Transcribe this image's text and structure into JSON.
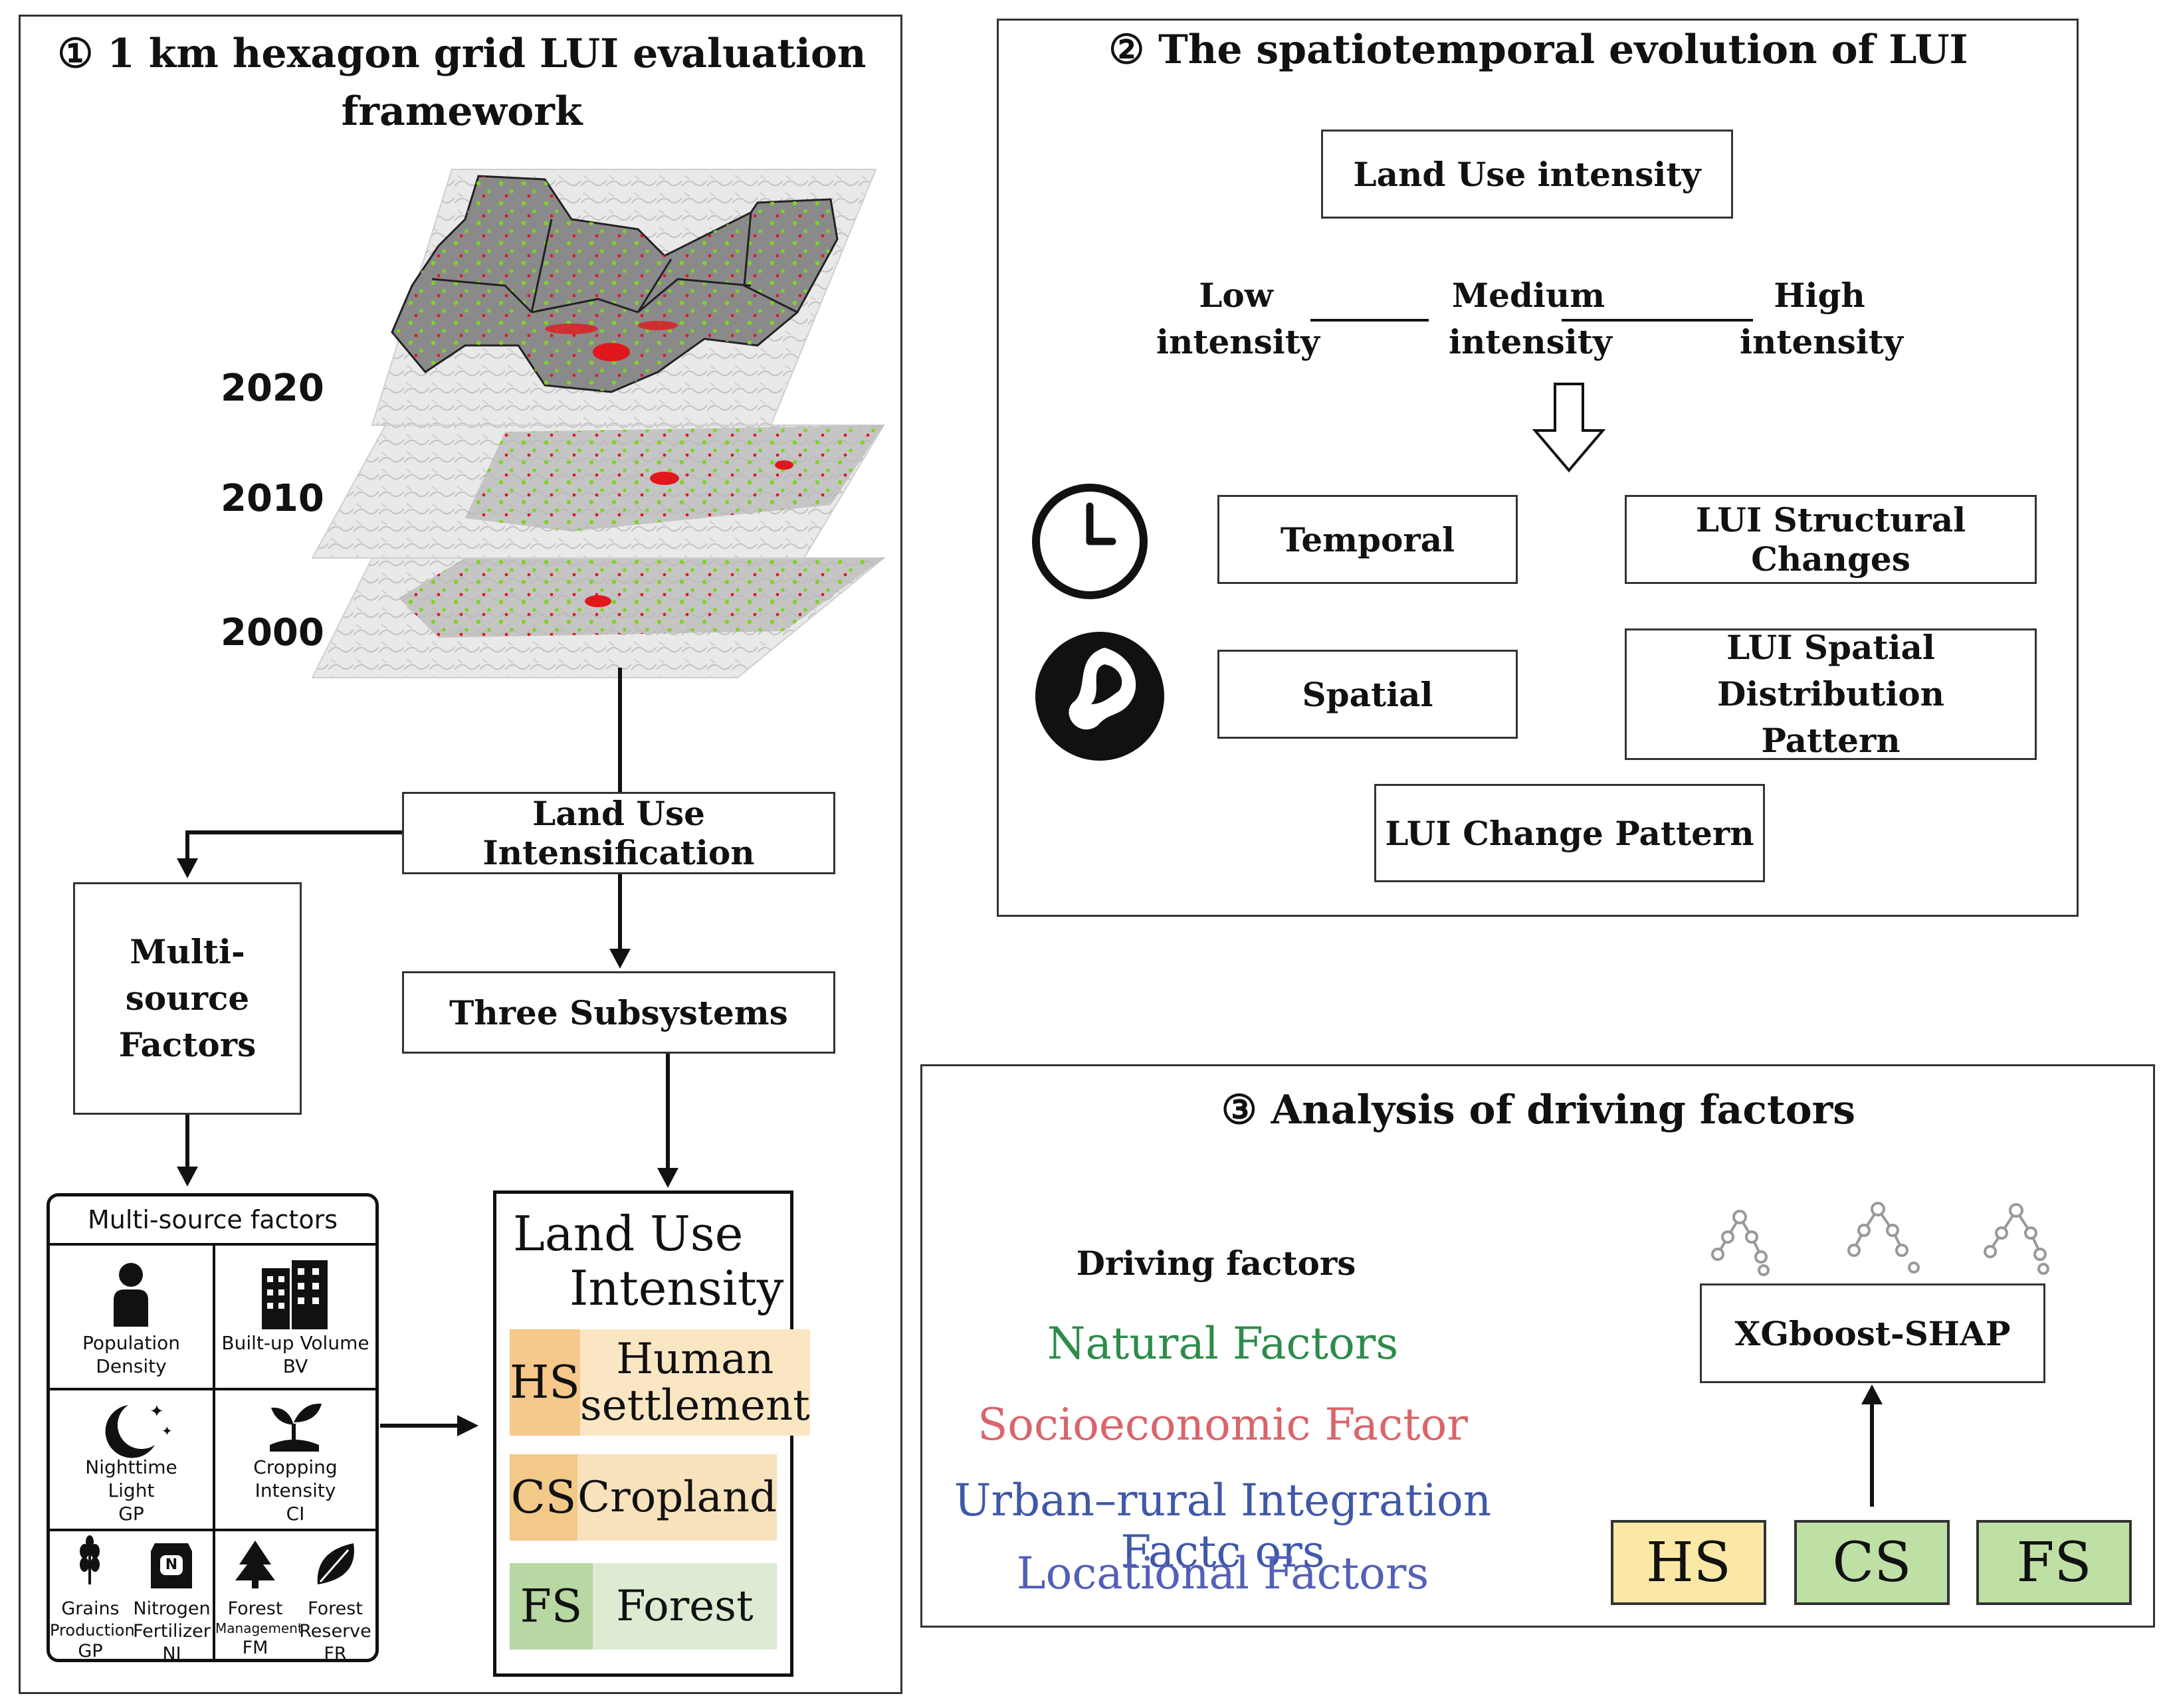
{
  "panel1": {
    "title_line1": "① 1 km hexagon grid LUI evaluation",
    "title_line2": "framework",
    "years": [
      "2020",
      "2010",
      "2000"
    ],
    "land_use_intensification": "Land Use Intensification",
    "multi_source_line1": "Multi-source",
    "multi_source_line2": "Factors",
    "three_subsystems": "Three Subsystems",
    "factors_table": {
      "header": "Multi-source factors",
      "population": [
        "Population",
        "Density"
      ],
      "builtup": [
        "Built-up Volume",
        "BV"
      ],
      "nighttime": [
        "Nighttime",
        "Light",
        "GP"
      ],
      "cropping": [
        "Cropping",
        "Intensity",
        "CI"
      ],
      "grains": [
        "Grains",
        "Production",
        "GP"
      ],
      "nitrogen": [
        "Nitrogen",
        "Fertilizer",
        "NI"
      ],
      "nitrogen_bag_letter": "N",
      "forest_mgmt": [
        "Forest",
        "Management",
        "FM"
      ],
      "forest_reserve": [
        "Forest",
        "Reserve",
        "FR"
      ]
    },
    "lui_card": {
      "title_line1": "Land Use",
      "title_line2": "Intensity",
      "rows": [
        {
          "code": "HS",
          "name_line1": "Human",
          "name_line2": "settlement"
        },
        {
          "code": "CS",
          "name_line1": "Cropland",
          "name_line2": ""
        },
        {
          "code": "FS",
          "name_line1": "Forest",
          "name_line2": ""
        }
      ]
    }
  },
  "panel2": {
    "title": "② The spatiotemporal evolution of LUI",
    "land_use_intensity": "Land Use intensity",
    "low": [
      "Low",
      "intensity"
    ],
    "medium": [
      "Medium",
      "intensity"
    ],
    "high": [
      "High",
      "intensity"
    ],
    "temporal": "Temporal",
    "spatial": "Spatial",
    "structural_changes": "LUI Structural Changes",
    "spatial_pattern_line1": "LUI Spatial Distribution",
    "spatial_pattern_line2": "Pattern",
    "change_pattern": "LUI Change Pattern"
  },
  "panel3": {
    "title": "③ Analysis of driving factors",
    "driving_factors": "Driving factors",
    "factors": [
      {
        "label": "Natural Factors",
        "color": "#2e8b4a"
      },
      {
        "label": "Socioeconomic Factor",
        "color": "#d9656a"
      },
      {
        "label": "Urban–rural Integration Factc ors",
        "color": "#3f58a8"
      },
      {
        "label": "Locational Factors",
        "color": "#5360b8"
      }
    ],
    "xgboost": "XGboost-SHAP",
    "subsystems": [
      {
        "code": "HS",
        "fill": "#fbe8a6"
      },
      {
        "code": "CS",
        "fill": "#bfe0a5"
      },
      {
        "code": "FS",
        "fill": "#bfe0a5"
      }
    ]
  },
  "colors": {
    "map_gray": "#8a8a8a",
    "map_light": "#d6d6d6",
    "hotspot_red": "#e0181e",
    "cells_green": "#7ed321",
    "hs_fill": "#f6c88a",
    "cs_fill": "#f2c989",
    "fs_fill": "#b7d7a3"
  }
}
